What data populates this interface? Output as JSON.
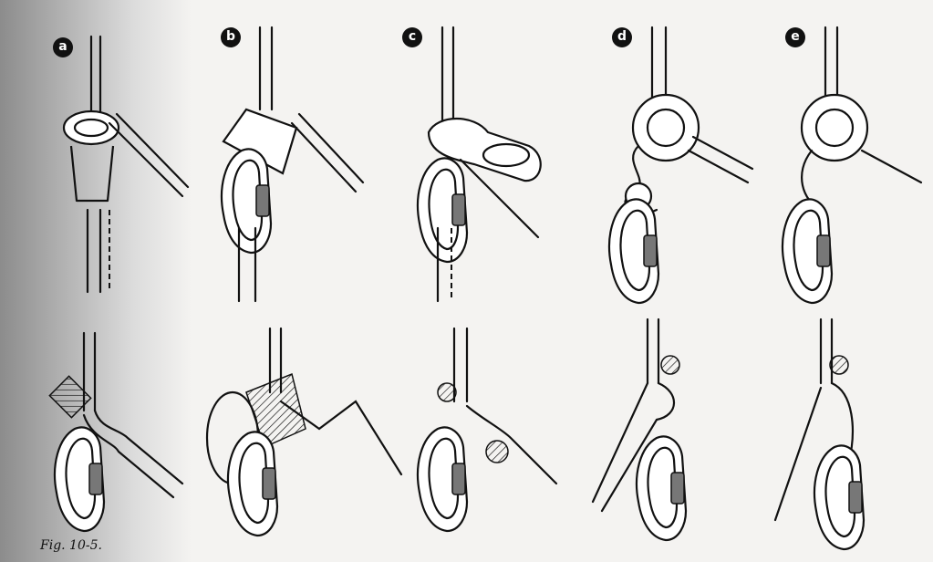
{
  "figure": {
    "caption": "Fig. 10-5.",
    "panels": [
      {
        "id": "a",
        "label": "a"
      },
      {
        "id": "b",
        "label": "b"
      },
      {
        "id": "c",
        "label": "c"
      },
      {
        "id": "d",
        "label": "d"
      },
      {
        "id": "e",
        "label": "e"
      }
    ]
  }
}
